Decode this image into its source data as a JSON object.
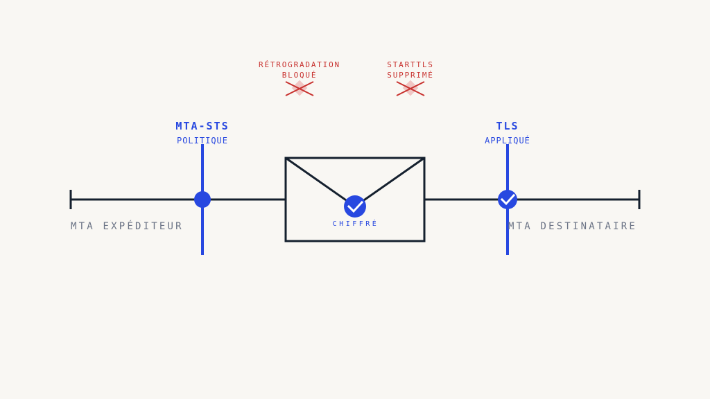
{
  "colors": {
    "background": "#f9f7f3",
    "line": "#15202e",
    "accent": "#2848e0",
    "threat": "#c8322f",
    "threat_fill": "#f0c6c4",
    "muted": "#6b7385"
  },
  "threats": [
    {
      "line1": "RÉTROGRADATION",
      "line2": "BLOQUÉ",
      "icon": "x-cross-icon"
    },
    {
      "line1": "STARTTLS",
      "line2": "SUPPRIMÉ",
      "icon": "x-cross-icon"
    }
  ],
  "controls": [
    {
      "title": "MTA-STS",
      "subtitle": "POLITIQUE",
      "marker": "dot-icon"
    },
    {
      "title": "TLS",
      "subtitle": "APPLIQUÉ",
      "marker": "check-circle-icon"
    }
  ],
  "endpoints": {
    "sender": "MTA EXPÉDITEUR",
    "receiver": "MTA DESTINATAIRE"
  },
  "envelope": {
    "label": "CHIFFRÉ",
    "icon": "check-circle-icon"
  }
}
